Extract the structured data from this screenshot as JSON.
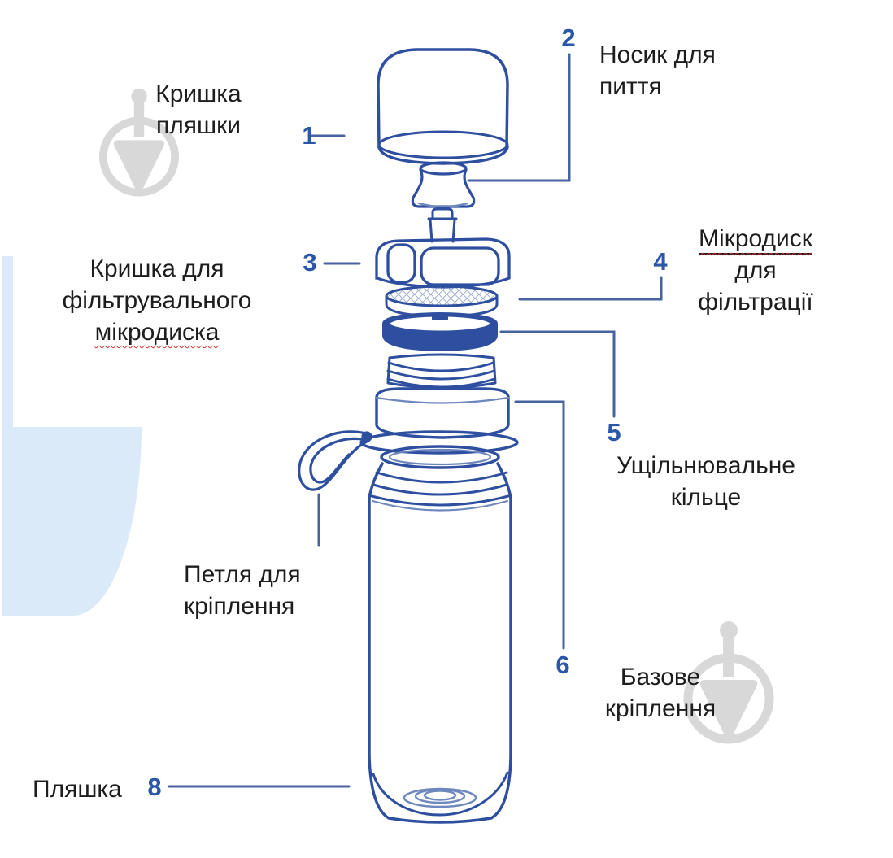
{
  "diagram_subject": "Exploded view of a filter water bottle",
  "parts": [
    {
      "num": "1",
      "lines": [
        "Кришка",
        "пляшки"
      ]
    },
    {
      "num": "2",
      "lines": [
        "Носик для",
        "пиття"
      ]
    },
    {
      "num": "3",
      "lines": [
        "Кришка для",
        "фільтрувального",
        "мікродиска"
      ]
    },
    {
      "num": "4",
      "lines": [
        "Мікродиск",
        "для",
        "фільтрації"
      ]
    },
    {
      "num": "5",
      "lines": [
        "Ущільнювальне",
        "кільце"
      ]
    },
    {
      "num": "6",
      "lines": [
        "Базове",
        "кріплення"
      ]
    },
    {
      "lines": [
        "Петля для",
        "кріплення"
      ]
    },
    {
      "num": "8",
      "lines": [
        "Пляшка"
      ]
    }
  ],
  "icons": {
    "watermark": "trowel-in-circle-watermark"
  },
  "colors": {
    "line_blue": "#2e4f9f",
    "line_blue_light": "#6e87bd",
    "leader_blue": "#47639f",
    "number_blue": "#2b57a8",
    "text": "#1d1d1d",
    "spellcheck_red": "#cf2e2e",
    "watermark_gray": "#d8d8d8",
    "bg_shape_blue": "#daeaf8"
  }
}
